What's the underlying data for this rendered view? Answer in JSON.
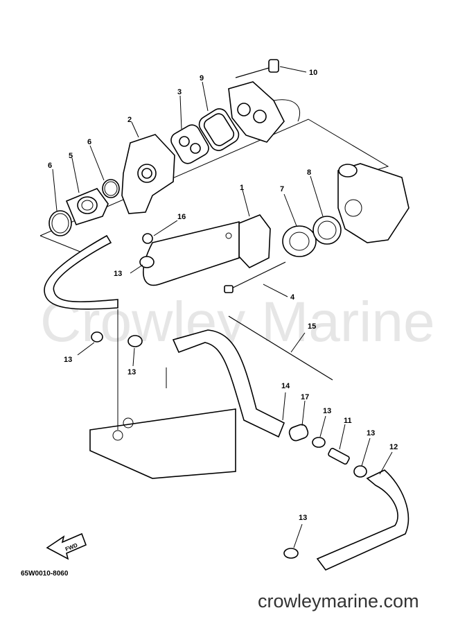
{
  "watermark": "Crowley Marine",
  "diagram_code": "65W0010-8060",
  "website": "crowleymarine.com",
  "fwd_label": "FWD",
  "callouts": [
    "1",
    "2",
    "3",
    "4",
    "6",
    "5",
    "6",
    "7",
    "8",
    "9",
    "10",
    "11",
    "12",
    "13",
    "13",
    "13",
    "13",
    "13",
    "13",
    "14",
    "15",
    "16",
    "17"
  ]
}
